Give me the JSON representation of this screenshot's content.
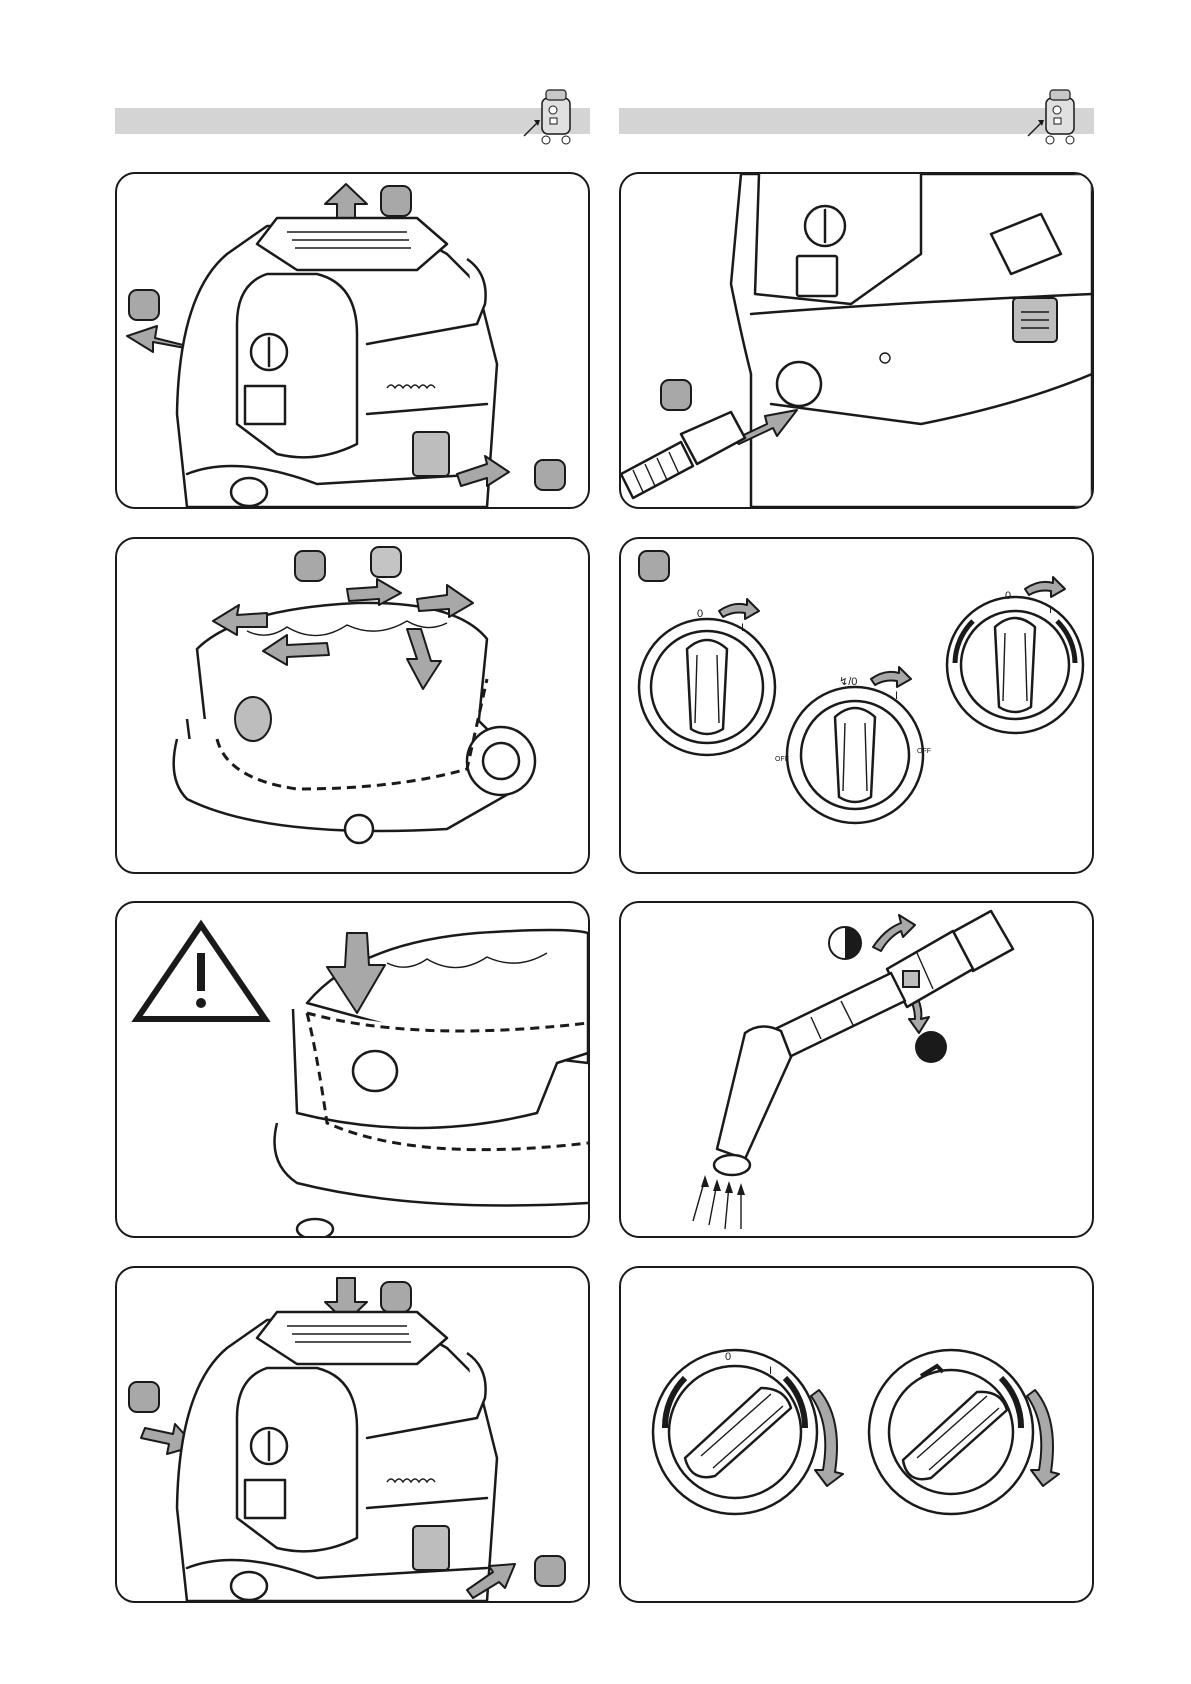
{
  "header": {
    "left_icon": "vacuum-thumbnail-icon",
    "right_icon": "vacuum-thumbnail-icon"
  },
  "dials": {
    "mark_zero": "0",
    "mark_one": "I",
    "mark_zero_plug": "0",
    "off_label": "OFF"
  },
  "colors": {
    "header_bar": "#d4d4d4",
    "step_marker": "#a8a8a8",
    "outline": "#1a1a1a"
  },
  "icons": [
    "warning-triangle-icon",
    "half-filled-circle-icon",
    "filled-circle-icon",
    "hose-icon",
    "plug-icon"
  ]
}
